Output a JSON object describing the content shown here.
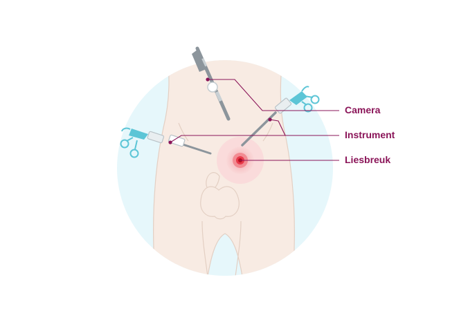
{
  "labels": {
    "camera": "Camera",
    "instrument": "Instrument",
    "hernia": "Liesbreuk"
  },
  "icons": {
    "camera_scope": "laparoscope-icon",
    "grasper_left": "surgical-grasper-icon",
    "grasper_right": "surgical-grasper-icon",
    "hernia_marker": "target-marker-icon"
  },
  "colors": {
    "background_circle": "#e6f7fb",
    "skin": "#f8ebe3",
    "skin_outline": "#e3cfc3",
    "label": "#8a1458",
    "callout_line": "#8a1458",
    "hernia_glow": "#f6c5c7",
    "hernia_center": "#d3182c",
    "instrument_cyan": "#5cc5d6",
    "instrument_gray": "#8c959c"
  }
}
